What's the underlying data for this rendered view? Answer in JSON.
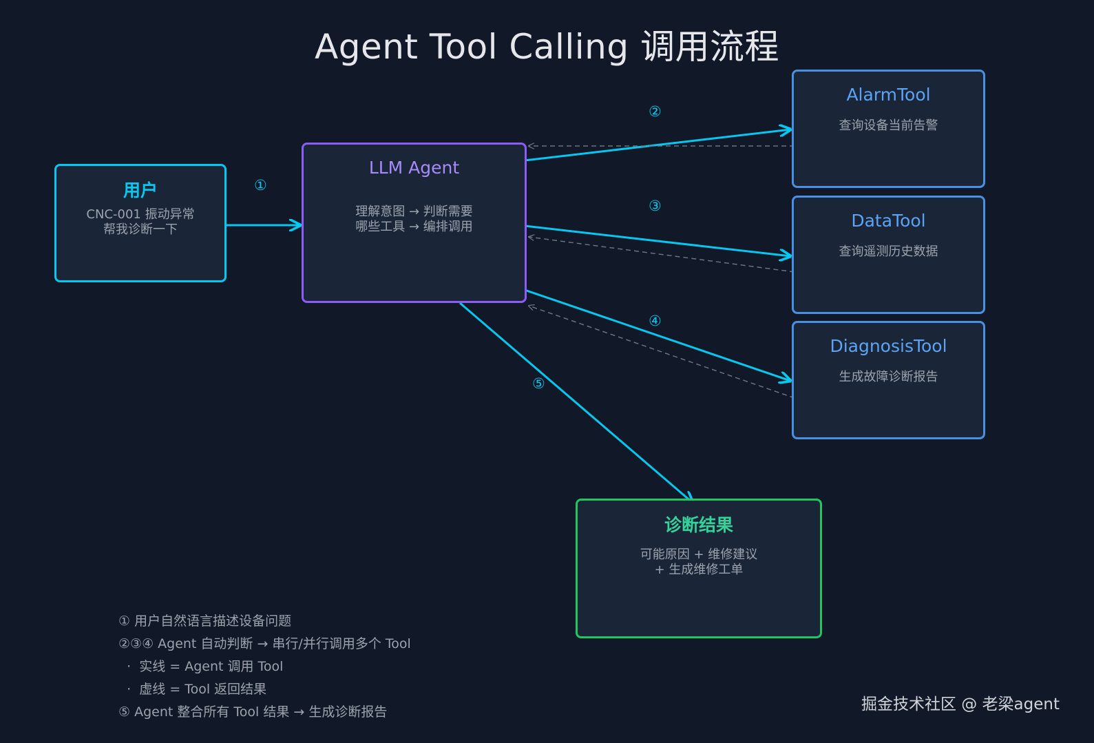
{
  "title": "Agent Tool Calling 调用流程",
  "nodes": {
    "user": {
      "title": "用户",
      "desc": "CNC-001 振动异常\n帮我诊断一下"
    },
    "agent": {
      "title": "LLM Agent",
      "desc": "理解意图 → 判断需要\n哪些工具 → 编排调用"
    },
    "alarm": {
      "title": "AlarmTool",
      "desc": "查询设备当前告警"
    },
    "data": {
      "title": "DataTool",
      "desc": "查询遥测历史数据"
    },
    "diag": {
      "title": "DiagnosisTool",
      "desc": "生成故障诊断报告"
    },
    "result": {
      "title": "诊断结果",
      "desc": "可能原因 + 维修建议\n+ 生成维修工单"
    }
  },
  "steps": {
    "s1": "①",
    "s2": "②",
    "s3": "③",
    "s4": "④",
    "s5": "⑤"
  },
  "legend": [
    "① 用户自然语言描述设备问题",
    "②③④ Agent 自动判断 → 串行/并行调用多个 Tool",
    "  ·  实线 = Agent 调用 Tool",
    "  ·  虚线 = Tool 返回结果",
    "⑤ Agent 整合所有 Tool 结果 → 生成诊断报告"
  ],
  "watermark": "掘金技术社区 @ 老梁agent",
  "colors": {
    "background": "#111827",
    "user_border": "#06c7ef",
    "agent_border": "#8b5cf6",
    "tool_border": "#4a90e2",
    "result_border": "#22c55e",
    "call_line": "#06c7ef",
    "return_line": "#6b7280"
  }
}
